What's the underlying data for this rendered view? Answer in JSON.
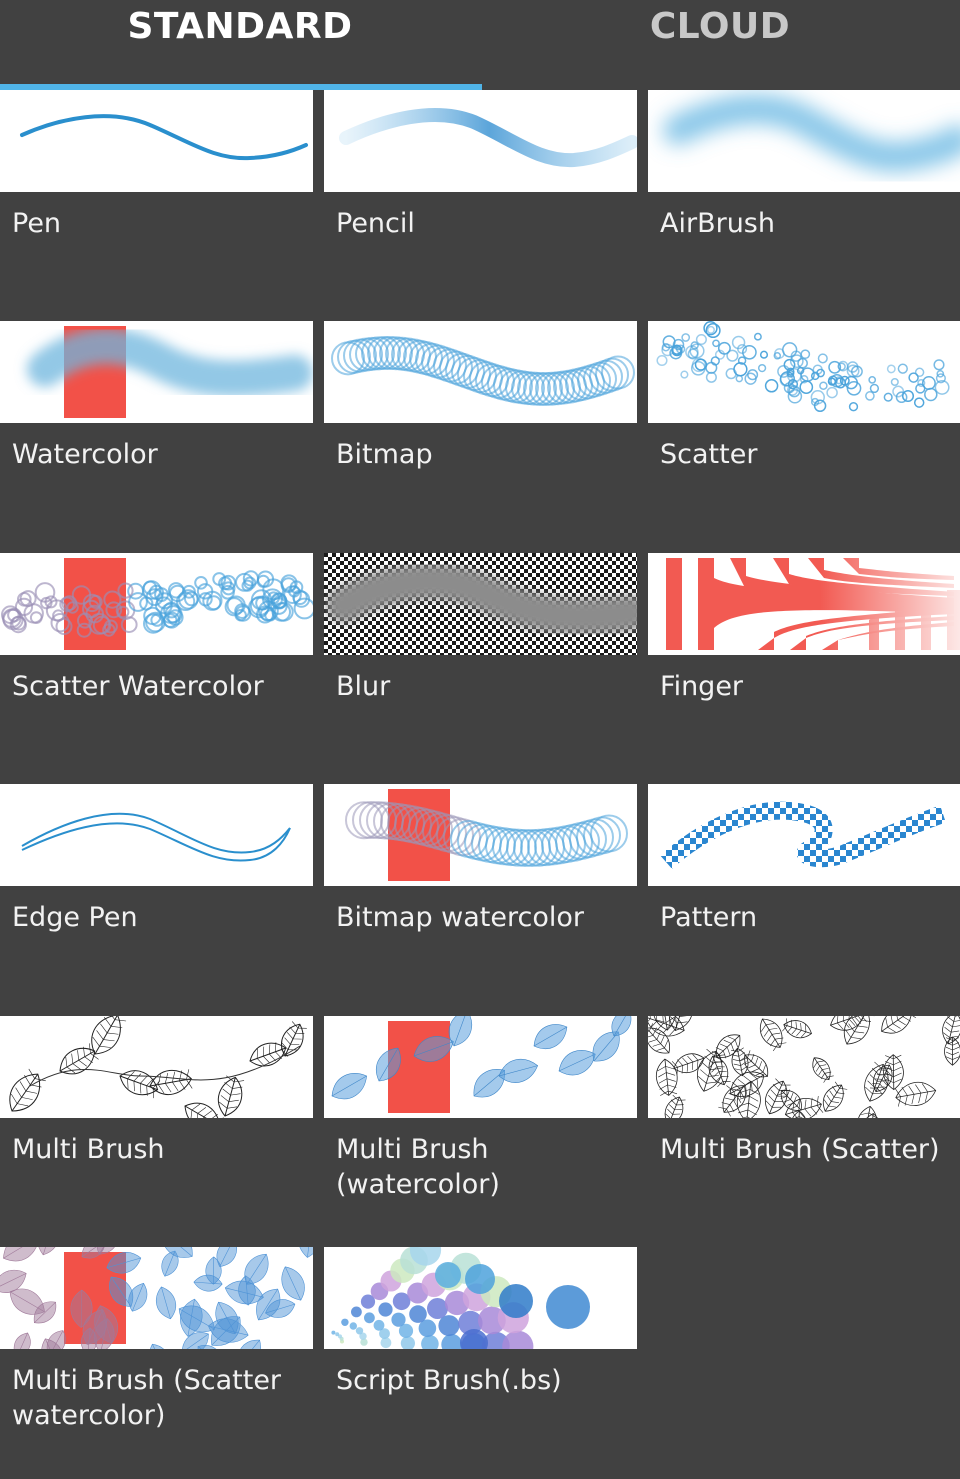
{
  "tabs": [
    {
      "label": "STANDARD",
      "active": true
    },
    {
      "label": "CLOUD",
      "active": false
    }
  ],
  "accent_color": "#50b4e8",
  "brushes": [
    {
      "name": "Pen",
      "icon": "pen-stroke-preview"
    },
    {
      "name": "Pencil",
      "icon": "pencil-stroke-preview"
    },
    {
      "name": "AirBrush",
      "icon": "airbrush-stroke-preview"
    },
    {
      "name": "Watercolor",
      "icon": "watercolor-stroke-preview"
    },
    {
      "name": "Bitmap",
      "icon": "bitmap-stroke-preview"
    },
    {
      "name": "Scatter",
      "icon": "scatter-stroke-preview"
    },
    {
      "name": "Scatter Watercolor",
      "icon": "scatter-watercolor-stroke-preview"
    },
    {
      "name": "Blur",
      "icon": "blur-stroke-preview"
    },
    {
      "name": "Finger",
      "icon": "finger-stroke-preview"
    },
    {
      "name": "Edge Pen",
      "icon": "edge-pen-stroke-preview"
    },
    {
      "name": "Bitmap watercolor",
      "icon": "bitmap-watercolor-stroke-preview"
    },
    {
      "name": "Pattern",
      "icon": "pattern-stroke-preview"
    },
    {
      "name": "Multi Brush",
      "icon": "leaf-sketch-preview"
    },
    {
      "name": "Multi Brush (watercolor)",
      "icon": "leaf-watercolor-preview"
    },
    {
      "name": "Multi Brush (Scatter)",
      "icon": "leaf-scatter-preview"
    },
    {
      "name": "Multi Brush (Scatter watercolor)",
      "icon": "leaf-scatter-watercolor-preview"
    },
    {
      "name": "Script Brush(.bs)",
      "icon": "script-dots-preview"
    }
  ]
}
